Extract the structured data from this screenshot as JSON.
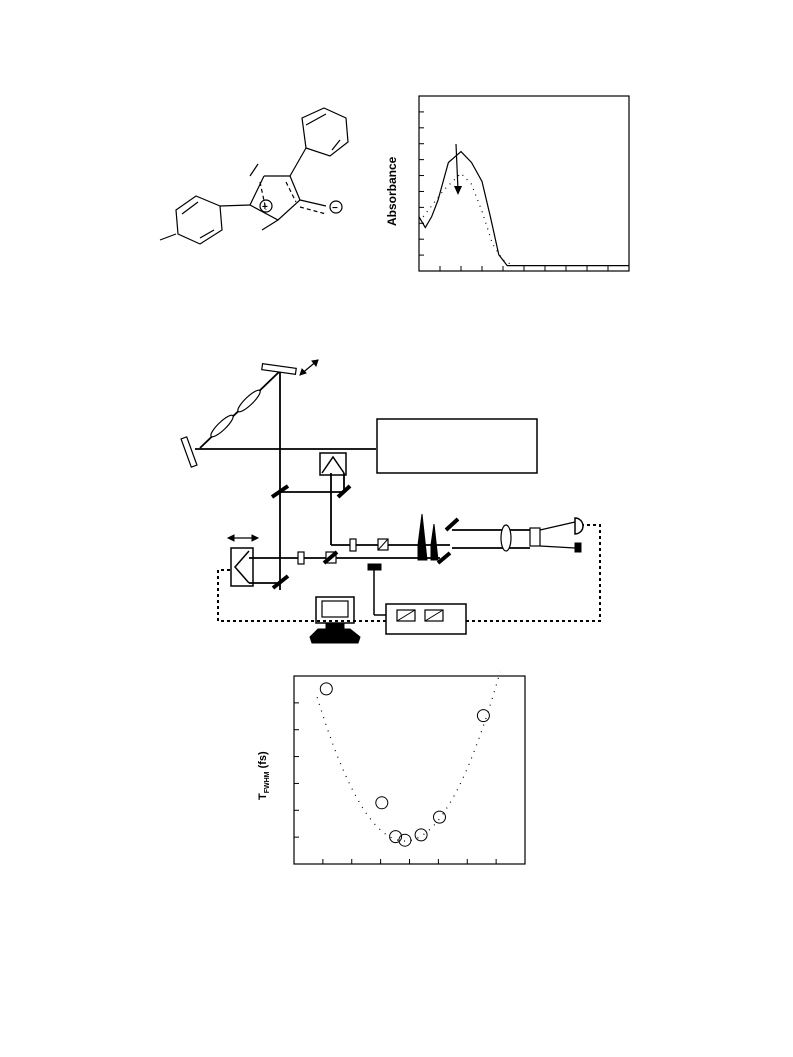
{
  "molecule": {
    "plus_sign": "+",
    "minus_sign": "−"
  },
  "absorbance_chart": {
    "ylabel": "Absorbance",
    "solid_series_points": [
      [
        0,
        0.2
      ],
      [
        0.03,
        0.16
      ],
      [
        0.06,
        0.2
      ],
      [
        0.09,
        0.26
      ],
      [
        0.14,
        0.4
      ],
      [
        0.2,
        0.44
      ],
      [
        0.25,
        0.4
      ],
      [
        0.3,
        0.33
      ],
      [
        0.34,
        0.2
      ],
      [
        0.38,
        0.06
      ],
      [
        0.42,
        0.02
      ],
      [
        0.6,
        0.02
      ],
      [
        1,
        0.02
      ]
    ],
    "dotted_series_points": [
      [
        0.02,
        0.2
      ],
      [
        0.12,
        0.3
      ],
      [
        0.2,
        0.36
      ],
      [
        0.25,
        0.32
      ],
      [
        0.3,
        0.22
      ],
      [
        0.35,
        0.1
      ],
      [
        0.4,
        0.04
      ],
      [
        0.45,
        0.02
      ]
    ]
  },
  "fwhm_chart": {
    "ylabel_main": "T",
    "ylabel_sub": "FWHM",
    "ylabel_unit": "(fs)",
    "points": [
      [
        0.14,
        0.95
      ],
      [
        0.38,
        0.31
      ],
      [
        0.44,
        0.12
      ],
      [
        0.48,
        0.1
      ],
      [
        0.55,
        0.13
      ],
      [
        0.63,
        0.23
      ],
      [
        0.82,
        0.8
      ]
    ]
  }
}
